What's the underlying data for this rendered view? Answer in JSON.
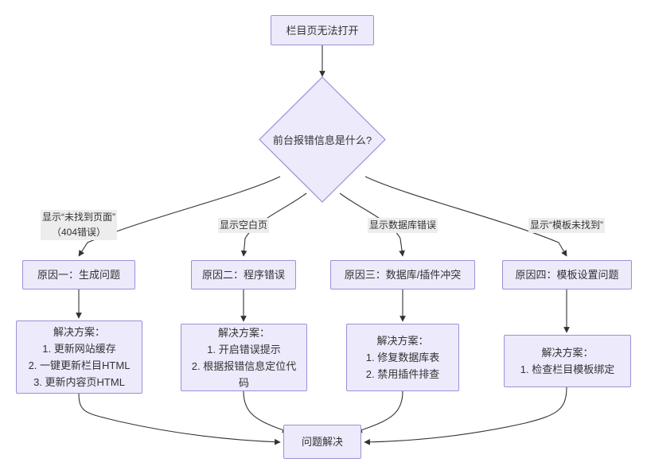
{
  "diagram": {
    "type": "flowchart",
    "title_node": "栏目页无法打开",
    "decision": "前台报错信息是什么?",
    "end_node": "问题解决",
    "edge_labels": [
      "显示“未找到页面”\n（404错误）",
      "显示空白页",
      "显示数据库错误",
      "显示“模板未找到”"
    ],
    "causes": [
      "原因一：生成问题",
      "原因二：程序错误",
      "原因三：数据库/插件冲突",
      "原因四：模板设置问题"
    ],
    "solutions": [
      "解决方案：\n1. 更新网站缓存\n2. 一键更新栏目HTML\n3. 更新内容页HTML",
      "解决方案：\n1. 开启错误提示\n2. 根据报错信息定位代码",
      "解决方案：\n1. 修复数据库表\n2. 禁用插件排查",
      "解决方案：\n1. 检查栏目模板绑定"
    ],
    "colors": {
      "node_fill": "#ECEAFB",
      "node_stroke": "#9E8FD6",
      "edge_stroke": "#333333",
      "edge_label_bg": "#EDEDED",
      "text": "#333333",
      "background": "#FFFFFF"
    }
  }
}
